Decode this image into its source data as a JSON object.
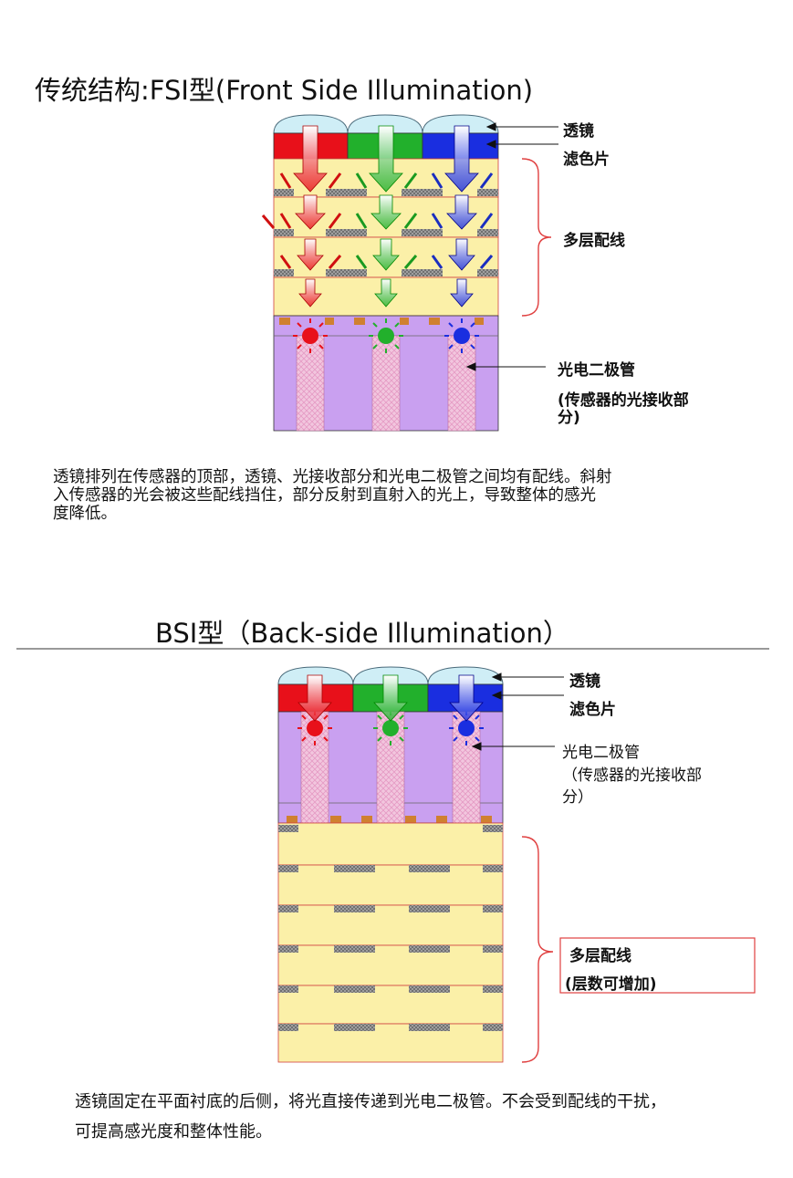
{
  "fsi": {
    "title": "传统结构:FSI型(Front Side Illumination)",
    "labels": {
      "lens": "透镜",
      "color_filter": "滤色片",
      "wiring": "多层配线",
      "photodiode": "光电二极管",
      "photodiode_note_line1": "(传感器的光接收部",
      "photodiode_note_line2": "分)"
    },
    "description": [
      "透镜排列在传感器的顶部，透镜、光接收部分和光电二极管之间均有配线。斜射",
      "入传感器的光会被这些配线挡住，部分反射到直射入的光上，导致整体的感光",
      "度降低。"
    ]
  },
  "bsi": {
    "title": "BSI型（Back-side Illumination）",
    "labels": {
      "lens": "透镜",
      "color_filter": "滤色片",
      "photodiode": "光电二极管",
      "photodiode_note_line1": "（传感器的光接收部",
      "photodiode_note_line2": "分）",
      "wiring": "多层配线",
      "wiring_note": "(层数可增加)"
    },
    "description": [
      "透镜固定在平面衬底的后侧，将光直接传递到光电二极管。不会受到配线的干扰，",
      "可提高感光度和整体性能。"
    ]
  },
  "colors": {
    "red": "#e8101a",
    "green": "#22b02c",
    "blue": "#1a2ee0",
    "lens": "#cfeef6",
    "wiring_layer": "#fbf0a8",
    "substrate": "#c9a0f0",
    "photodiode": "#f2c6de",
    "metal": "#555555",
    "bracket": "#e04040"
  }
}
